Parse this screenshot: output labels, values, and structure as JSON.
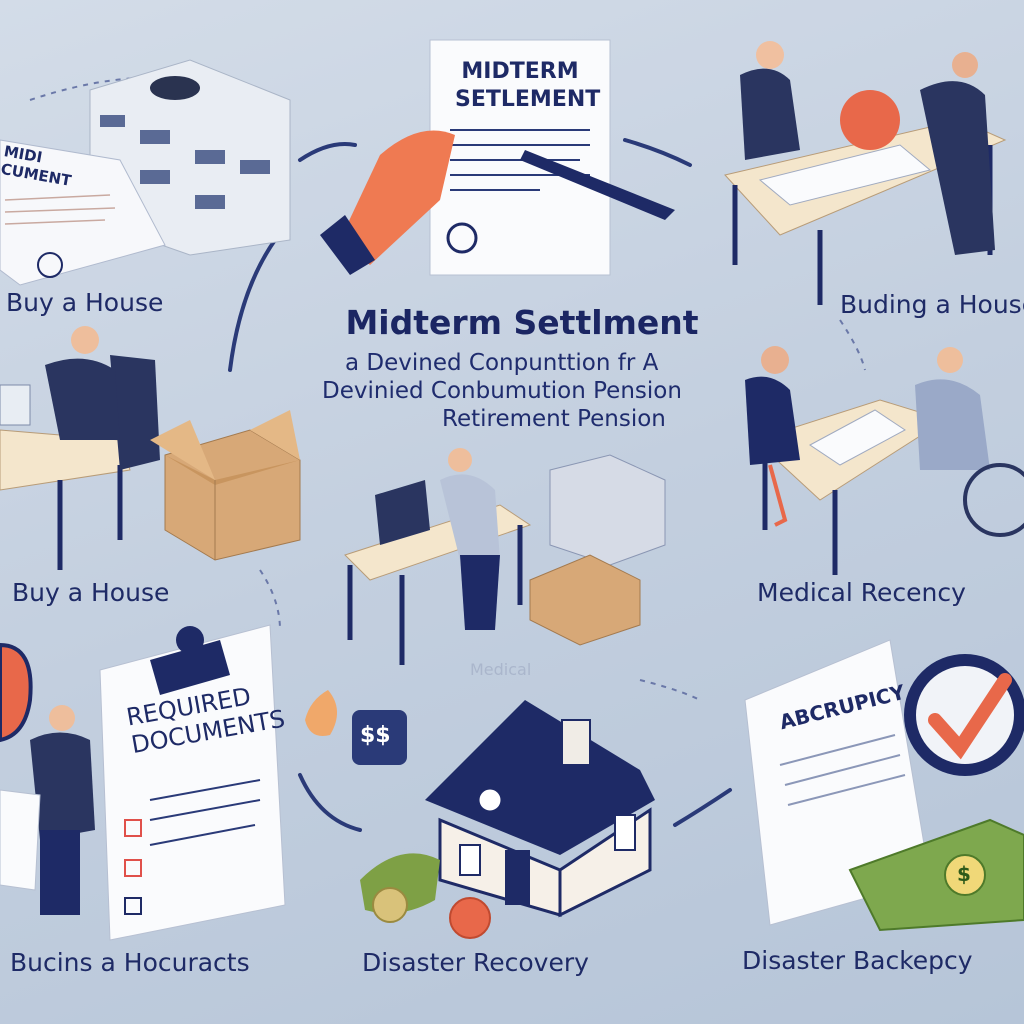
{
  "header": {
    "title": "Midterm Settlment",
    "subtitle_lines": [
      "a Devined Conpunttion fr A",
      "Devinied Conbumution Pension",
      "Retirement Pension"
    ]
  },
  "documents": {
    "top_center": [
      "MIDTERM",
      "SETLEMENT"
    ],
    "top_left": [
      "MIDI",
      "CUMENT"
    ],
    "required": [
      "REQUIRED",
      "DOCUMENTS"
    ],
    "bankruptcy": "ABCRUPICY",
    "money_badge": "$$",
    "coin": "$",
    "faint_label": "Medical"
  },
  "labels": [
    "Buy a House",
    "Buding a House",
    "Buy a House",
    "Medical Recency",
    "Bucins a Hocuracts",
    "Disaster Recovery",
    "Disaster Backepcy"
  ],
  "colors": {
    "navy": "#1e2a66",
    "accent": "#e8674a",
    "paper": "#f7f8fb",
    "desk": "#f3e3c8",
    "box": "#d7a877"
  }
}
